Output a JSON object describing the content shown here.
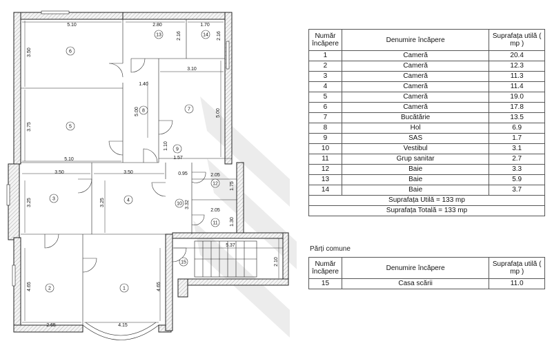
{
  "plan": {
    "rooms": [
      {
        "number": "1"
      },
      {
        "number": "2"
      },
      {
        "number": "3"
      },
      {
        "number": "4"
      },
      {
        "number": "5"
      },
      {
        "number": "6"
      },
      {
        "number": "7"
      },
      {
        "number": "8"
      },
      {
        "number": "9"
      },
      {
        "number": "10"
      },
      {
        "number": "11"
      },
      {
        "number": "12"
      },
      {
        "number": "13"
      },
      {
        "number": "14"
      },
      {
        "number": "15"
      }
    ],
    "dimensions": [
      "5.10",
      "2.80",
      "1.70",
      "3.50",
      "2.16",
      "2.16",
      "1.40",
      "3.10",
      "5.00",
      "5.00",
      "3.75",
      "1.10",
      "1.57",
      "5.10",
      "0.95",
      "2.05",
      "3.50",
      "3.50",
      "1.75",
      "3.25",
      "3.25",
      "3.32",
      "2.05",
      "1.30",
      "5.37",
      "2.10",
      "4.65",
      "4.65",
      "2.65",
      "4.15"
    ]
  },
  "main_table": {
    "headers": [
      "Număr încăpere",
      "Denumire încăpere",
      "Suprafața utilă ( mp )"
    ],
    "rows": [
      {
        "num": "1",
        "name": "Cameră",
        "area": "20.4"
      },
      {
        "num": "2",
        "name": "Cameră",
        "area": "12.3"
      },
      {
        "num": "3",
        "name": "Cameră",
        "area": "11.3"
      },
      {
        "num": "4",
        "name": "Cameră",
        "area": "11.4"
      },
      {
        "num": "5",
        "name": "Cameră",
        "area": "19.0"
      },
      {
        "num": "6",
        "name": "Cameră",
        "area": "17.8"
      },
      {
        "num": "7",
        "name": "Bucătărie",
        "area": "13.5"
      },
      {
        "num": "8",
        "name": "Hol",
        "area": "6.9"
      },
      {
        "num": "9",
        "name": "SAS",
        "area": "1.7"
      },
      {
        "num": "10",
        "name": "Vestibul",
        "area": "3.1"
      },
      {
        "num": "11",
        "name": "Grup sanitar",
        "area": "2.7"
      },
      {
        "num": "12",
        "name": "Baie",
        "area": "3.3"
      },
      {
        "num": "13",
        "name": "Baie",
        "area": "5.9"
      },
      {
        "num": "14",
        "name": "Baie",
        "area": "3.7"
      }
    ],
    "total_useful": "Suprafața Utilă = 133 mp",
    "total": "Suprafața Totală = 133 mp"
  },
  "common_label": "Părți comune",
  "common_table": {
    "headers": [
      "Număr încăpere",
      "Denumire încăpere",
      "Suprafața utilă ( mp )"
    ],
    "rows": [
      {
        "num": "15",
        "name": "Casa scării",
        "area": "11.0"
      }
    ]
  }
}
